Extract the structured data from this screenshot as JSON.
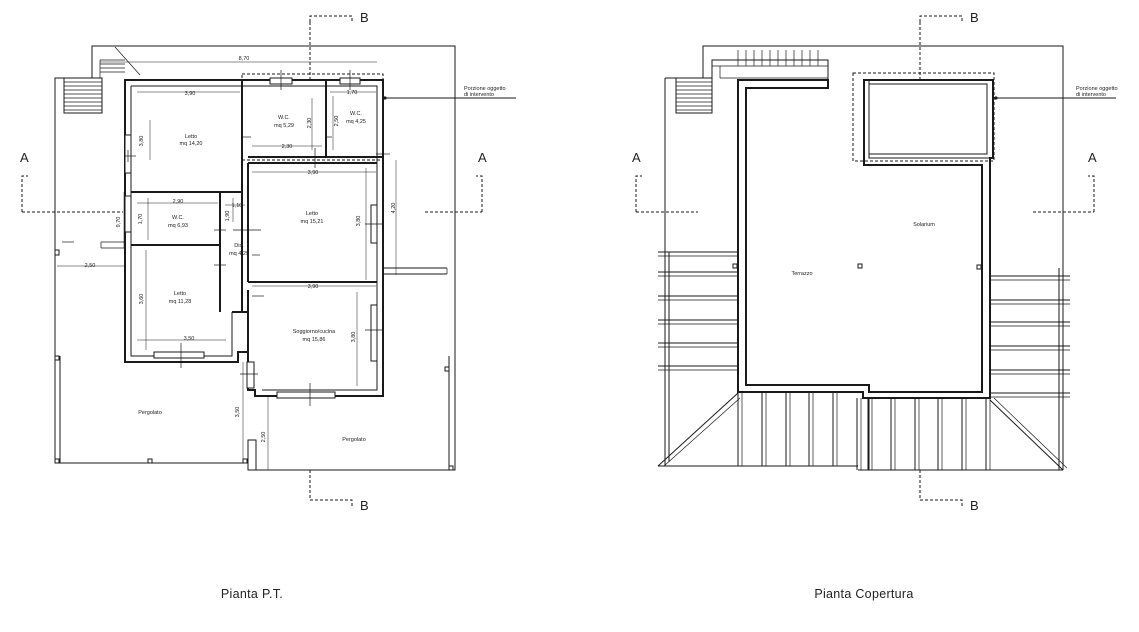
{
  "section_labels": {
    "a": "A",
    "b": "B"
  },
  "note": {
    "line1": "Porzione oggetto",
    "line2": "di intervento"
  },
  "ground_floor": {
    "caption": "Pianta P.T.",
    "rooms": {
      "letto1": {
        "name": "Letto",
        "area": "mq 14,20"
      },
      "wc1": {
        "name": "W.C.",
        "area": "mq 5,29"
      },
      "wc2": {
        "name": "W.C.",
        "area": "mq 4,25"
      },
      "wc3": {
        "name": "W.C.",
        "area": "mq 6,93"
      },
      "letto2": {
        "name": "Letto",
        "area": "mq 15,21"
      },
      "dis": {
        "name": "Dis.",
        "area": "mq 4,29"
      },
      "letto3": {
        "name": "Letto",
        "area": "mq 11,28"
      },
      "soggiorno": {
        "name": "Soggiorno/cucina",
        "area": "mq 15,86"
      },
      "pergolato_left": {
        "name": "Pergolato"
      },
      "pergolato_right": {
        "name": "Pergolato"
      }
    },
    "dims": {
      "d870": "8,70",
      "d390a": "3,90",
      "d170a": "1,70",
      "d380a": "3,80",
      "d230a": "2,30",
      "d250a": "2,50",
      "d230b": "2,30",
      "d390b": "3,90",
      "d290": "2,90",
      "d110": "1,10",
      "d170b": "1,70",
      "d190": "1,90",
      "d970": "9,70",
      "d380b": "3,80",
      "d420": "4,20",
      "d250b": "2,50",
      "d390c": "3,90",
      "d360": "3,60",
      "d350a": "3,50",
      "d380c": "3,80",
      "d350b": "3,50",
      "d250c": "2,50"
    }
  },
  "roof": {
    "caption": "Pianta Copertura",
    "terrazzo": "Terrazzo",
    "solarium": "Solarium"
  }
}
